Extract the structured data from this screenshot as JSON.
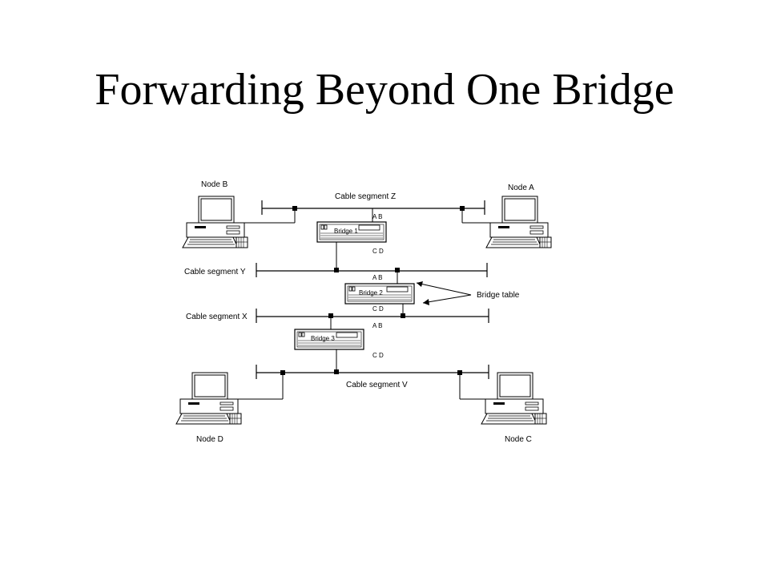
{
  "title": "Forwarding Beyond One Bridge",
  "nodes": {
    "b": "Node B",
    "a": "Node A",
    "d": "Node D",
    "c": "Node C"
  },
  "segments": {
    "z": "Cable segment Z",
    "y": "Cable segment  Y",
    "x": "Cable segment X",
    "v": "Cable segment  V"
  },
  "bridges": [
    {
      "name": "Bridge  1",
      "top_ports": "A  B",
      "bottom_ports": "C  D"
    },
    {
      "name": "Bridge  2",
      "top_ports": "A  B",
      "bottom_ports": "C  D"
    },
    {
      "name": "Bridge  3",
      "top_ports": "A B",
      "bottom_ports": "C  D"
    }
  ],
  "bridge_table_label": "Bridge table"
}
